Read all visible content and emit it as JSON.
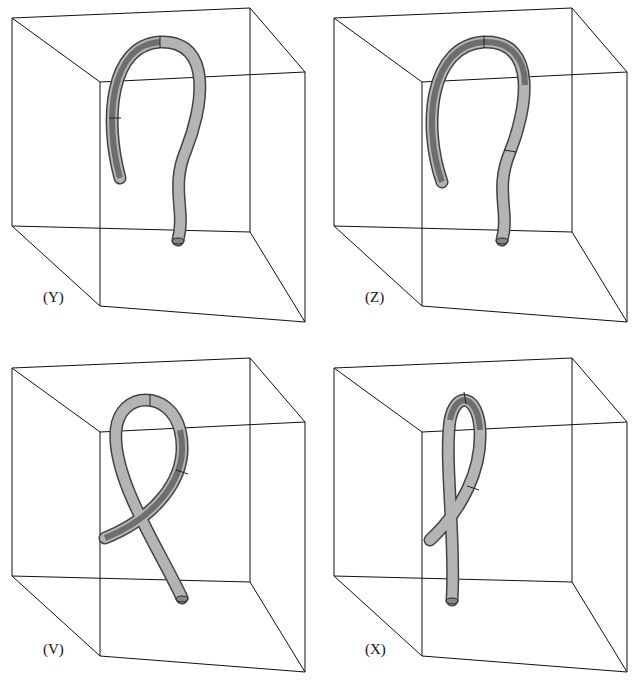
{
  "diagram": {
    "labels": [
      "(Y)",
      "(Z)",
      "(V)",
      "(X)"
    ]
  }
}
